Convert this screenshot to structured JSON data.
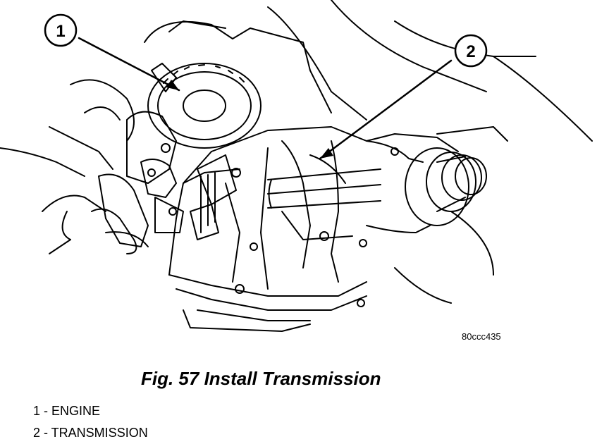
{
  "figure": {
    "id_code": "80ccc435",
    "caption": "Fig. 57 Install Transmission"
  },
  "callouts": [
    {
      "number": "1",
      "target": "ENGINE"
    },
    {
      "number": "2",
      "target": "TRANSMISSION"
    }
  ],
  "legend": [
    "1 - ENGINE",
    "2 - TRANSMISSION"
  ],
  "colors": {
    "line": "#000000",
    "background": "#ffffff"
  }
}
